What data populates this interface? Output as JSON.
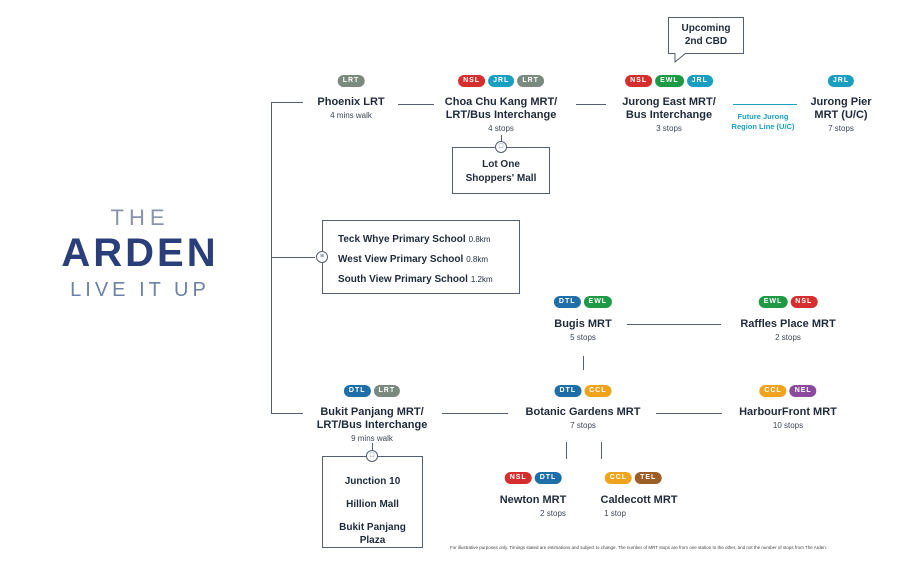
{
  "logo": {
    "the": "THE",
    "brand": "ARDEN",
    "tagline": "LIVE IT UP"
  },
  "colors": {
    "LRT": "#7a8a7f",
    "NSL": "#d42e2e",
    "JRL": "#1b9fc0",
    "EWL": "#1f9a44",
    "DTL": "#1e6fa8",
    "CCL": "#f0a41e",
    "NEL": "#8c4a9c",
    "TEL": "#9b5e26"
  },
  "callout": {
    "line1": "Upcoming",
    "line2": "2nd CBD"
  },
  "future_line": {
    "line1": "Future Jurong",
    "line2": "Region Line (U/C)"
  },
  "stations": {
    "phoenix": {
      "badges": [
        "LRT"
      ],
      "name": "Phoenix LRT",
      "sub": "4 mins walk"
    },
    "cck": {
      "badges": [
        "NSL",
        "JRL",
        "LRT"
      ],
      "name1": "Choa Chu Kang MRT/",
      "name2": "LRT/Bus Interchange",
      "sub": "4 stops"
    },
    "jurong_east": {
      "badges": [
        "NSL",
        "EWL",
        "JRL"
      ],
      "name1": "Jurong East MRT/",
      "name2": "Bus Interchange",
      "sub": "3 stops"
    },
    "jurong_pier": {
      "badges": [
        "JRL"
      ],
      "name1": "Jurong Pier",
      "name2": "MRT (U/C)",
      "sub": "7 stops"
    },
    "bugis": {
      "badges": [
        "DTL",
        "EWL"
      ],
      "name": "Bugis MRT",
      "sub": "5 stops"
    },
    "raffles": {
      "badges": [
        "EWL",
        "NSL"
      ],
      "name": "Raffles Place MRT",
      "sub": "2 stops"
    },
    "bukit_panjang": {
      "badges": [
        "DTL",
        "LRT"
      ],
      "name1": "Bukit Panjang MRT/",
      "name2": "LRT/Bus Interchange",
      "sub": "9 mins walk"
    },
    "botanic": {
      "badges": [
        "DTL",
        "CCL"
      ],
      "name": "Botanic Gardens MRT",
      "sub": "7 stops"
    },
    "harbourfront": {
      "badges": [
        "CCL",
        "NEL"
      ],
      "name": "HarbourFront MRT",
      "sub": "10 stops"
    },
    "newton": {
      "badges": [
        "NSL",
        "DTL"
      ],
      "name": "Newton MRT",
      "sub": "2 stops"
    },
    "caldecott": {
      "badges": [
        "CCL",
        "TEL"
      ],
      "name": "Caldecott MRT",
      "sub": "1 stop"
    }
  },
  "mall_box_1": {
    "line1": "Lot One",
    "line2": "Shoppers' Mall"
  },
  "schools": [
    {
      "name": "Teck Whye Primary  School",
      "dist": "0.8km"
    },
    {
      "name": "West View Primary School",
      "dist": "0.8km"
    },
    {
      "name": "South View Primary School",
      "dist": "1.2km"
    }
  ],
  "mall_box_2": {
    "items": [
      "Junction 10",
      "Hillion Mall",
      "Bukit Panjang",
      "Plaza"
    ]
  },
  "disclaimer": "For illustrative purposes only. Timings stated are estimations and subject to change. The number of MRT stops are from one station to the other, and not the number of stops from The Arden."
}
